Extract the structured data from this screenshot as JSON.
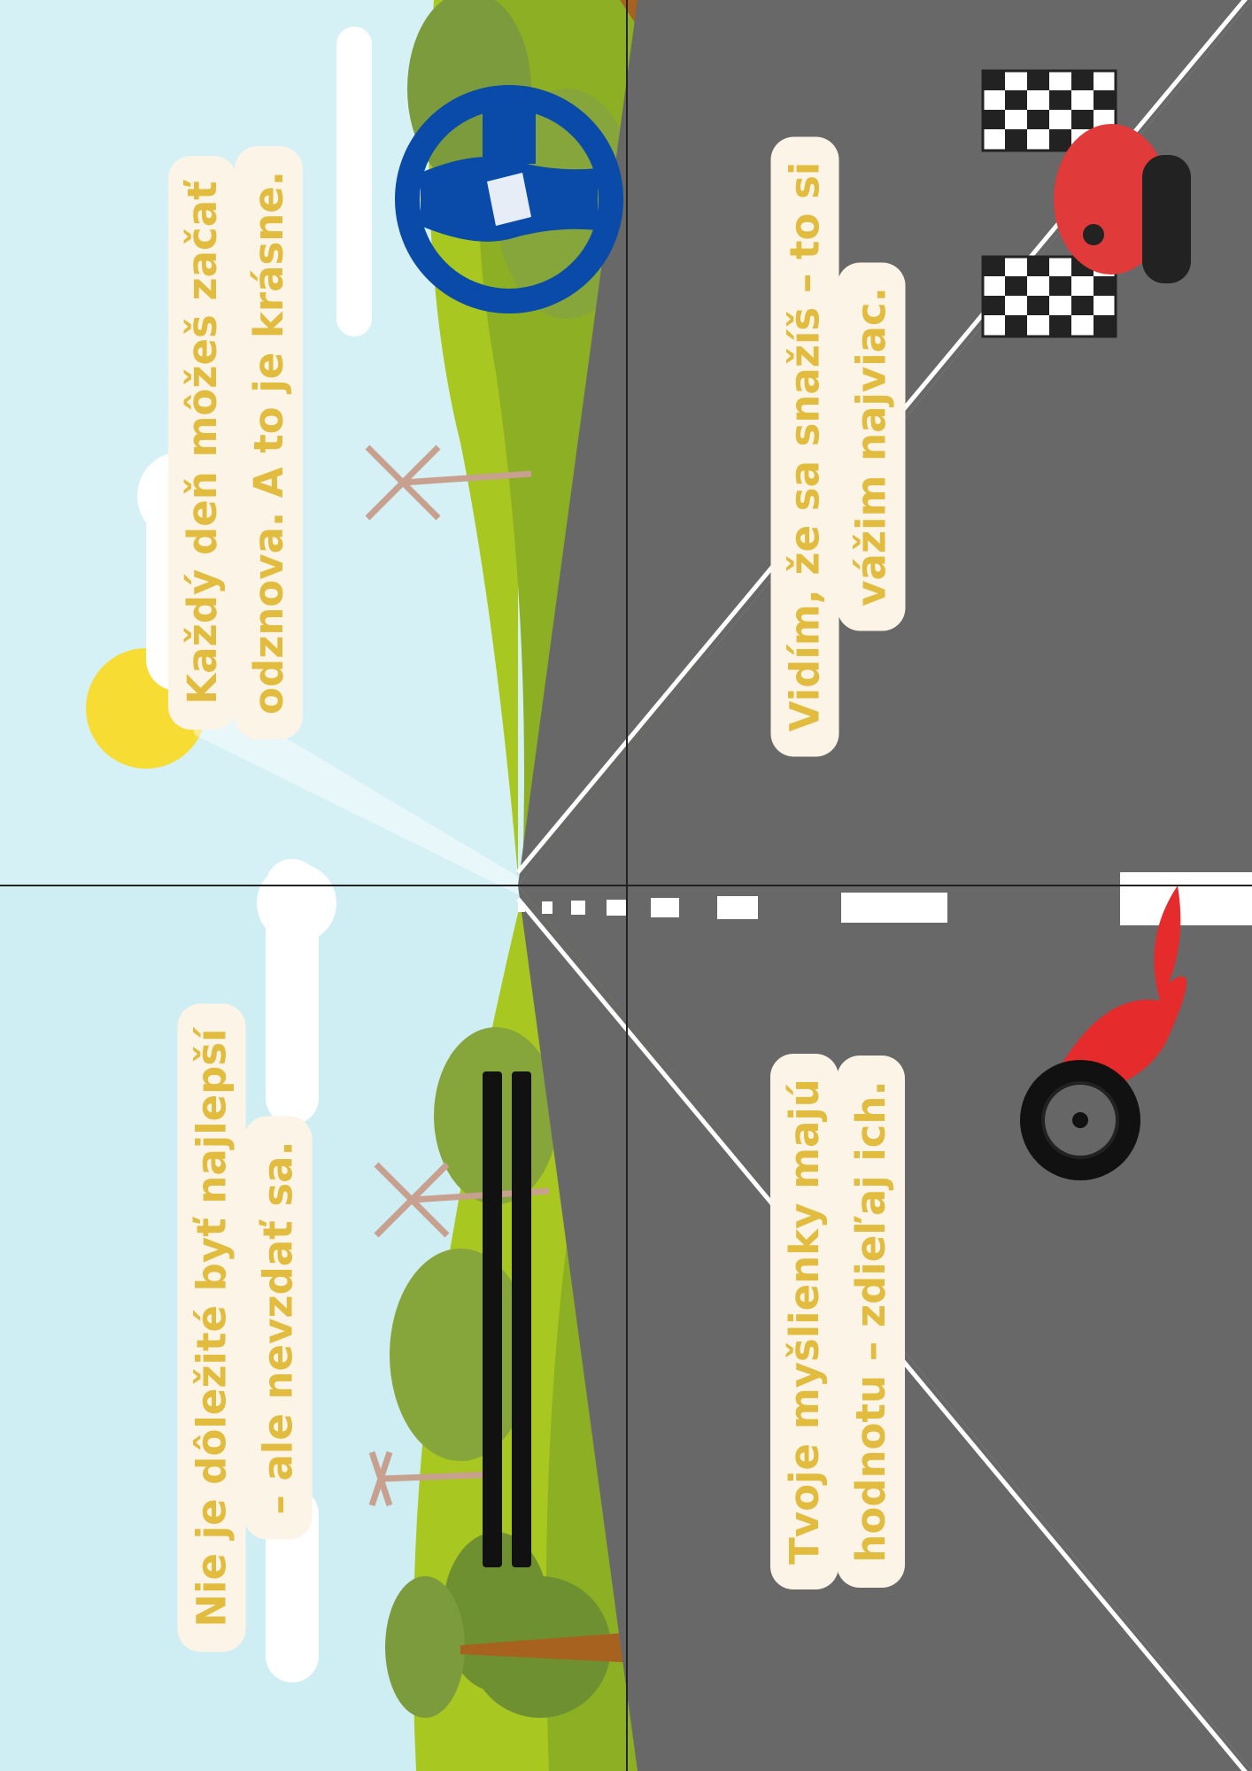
{
  "cards": [
    {
      "id": "card-top-left",
      "lines": [
        "Každý deň môžeš začať",
        "odznova. A to je krásne."
      ],
      "icon": "steering-wheel-icon"
    },
    {
      "id": "card-top-right",
      "lines": [
        "Vidím, že sa snažíš – to si",
        "vážim najviac."
      ],
      "icon": "racing-helmet-flags-icon"
    },
    {
      "id": "card-bottom-left",
      "lines": [
        "Nie je dôležité byť najlepší",
        "– ale nevzdať sa."
      ],
      "icon": "tire-track-icon"
    },
    {
      "id": "card-bottom-right",
      "lines": [
        "Tvoje myšlienky majú",
        "hodnotu – zdieľaj ich."
      ],
      "icon": "flaming-wheel-icon"
    }
  ],
  "colors": {
    "sky": "#cfeef3",
    "grass_light": "#a8c720",
    "grass_dark": "#6e8e2a",
    "road": "#666666",
    "bubble": "#fcf5e7",
    "text": "#e1bc3f",
    "steering_wheel": "#0a4aa8",
    "helmet": "#e03a3a",
    "flame": "#e52b2b"
  }
}
